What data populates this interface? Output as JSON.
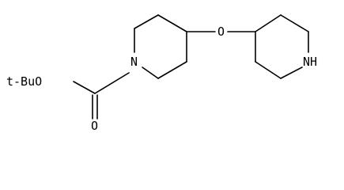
{
  "molecule": {
    "atom_labels": {
      "boc_group": "t-BuO",
      "carbonyl_oxygen": "O",
      "ring1_nitrogen": "N",
      "ether_oxygen": "O",
      "ring2_nitrogen": "NH"
    },
    "colors": {
      "bond": "#000000",
      "text": "#000000",
      "background": "#ffffff"
    }
  }
}
